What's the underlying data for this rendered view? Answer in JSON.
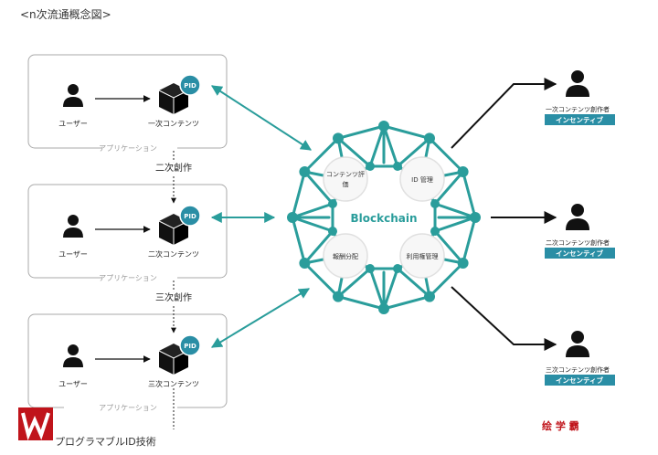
{
  "title": "<n次流通概念図>",
  "apps": [
    {
      "user": "ユーザー",
      "content": "一次コンテンツ",
      "pid": "PID",
      "app": "アプリケーション"
    },
    {
      "user": "ユーザー",
      "content": "二次コンテンツ",
      "pid": "PID",
      "app": "アプリケーション"
    },
    {
      "user": "ユーザー",
      "content": "三次コンテンツ",
      "pid": "PID",
      "app": "アプリケーション"
    }
  ],
  "creations": [
    "二次創作",
    "三次創作"
  ],
  "blockchain": {
    "label": "Blockchain",
    "functions": [
      "コンテンツ評価",
      "ID 管理",
      "報酬分配",
      "利用権管理"
    ],
    "color": "#2a9d9b"
  },
  "creators": [
    {
      "name": "一次コンテンツ創作者",
      "badge": "インセンティブ"
    },
    {
      "name": "二次コンテンツ創作者",
      "badge": "インセンティブ"
    },
    {
      "name": "三次コンテンツ創作者",
      "badge": "インセンティブ"
    }
  ],
  "footer": {
    "caption": "プログラマブルID技術",
    "watermark": "绘 学 霸",
    "logo_color": "#c0141b"
  },
  "colors": {
    "accent": "#2a9d9b",
    "badge": "#2a8ea5"
  }
}
